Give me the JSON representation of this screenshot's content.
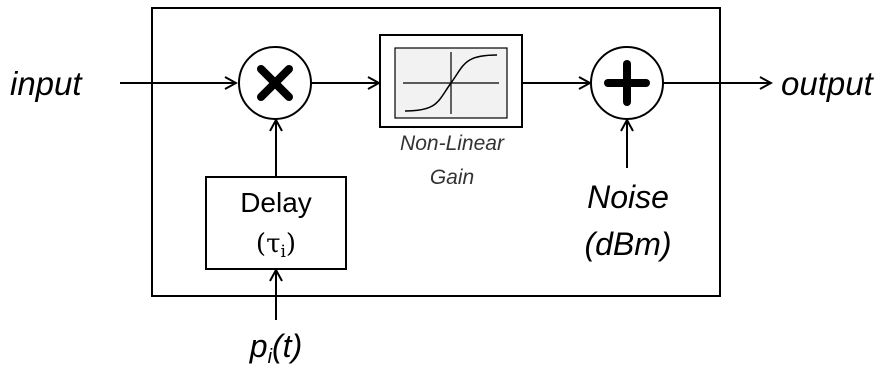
{
  "labels": {
    "input": "input",
    "output": "output",
    "delay_title": "Delay",
    "delay_paren_open": "(",
    "delay_tau": "τ",
    "delay_tau_sub": "i",
    "delay_paren_close": ")",
    "gain_line1": "Non-Linear",
    "gain_line2": "Gain",
    "noise_line1": "Noise",
    "noise_line2": "(dBm)",
    "signal_p": "p",
    "signal_sub": "i",
    "signal_arg": "(t)"
  },
  "symbols": {
    "multiplier": "multiply-icon",
    "adder": "plus-icon",
    "gain_curve": "sigmoid-curve-icon"
  },
  "colors": {
    "stroke": "#000000",
    "gain_box_fill": "#f2f2f2",
    "gain_text": "#333333",
    "background": "#ffffff"
  }
}
